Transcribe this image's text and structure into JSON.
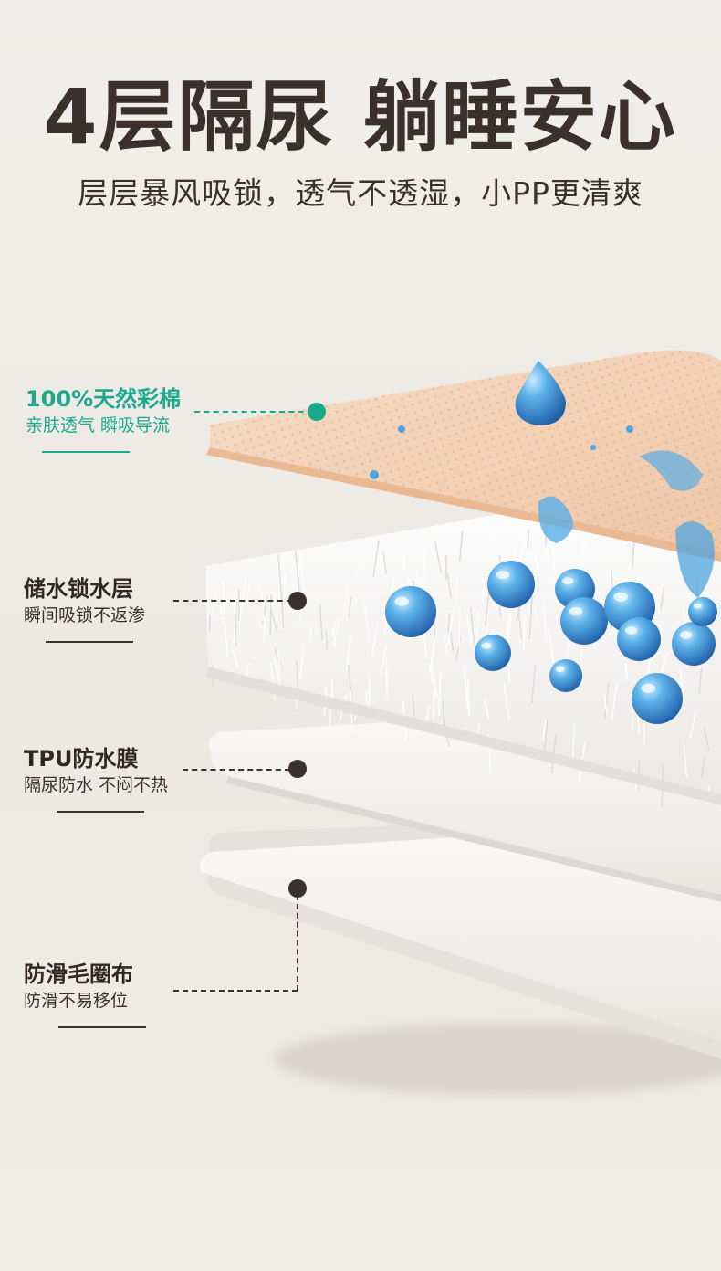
{
  "header": {
    "title": "4层隔尿 躺睡安心",
    "subtitle": "层层暴风吸锁，透气不透湿，小PP更清爽"
  },
  "layers": [
    {
      "title": "100%天然彩棉",
      "subtitle": "亲肤透气 瞬吸导流",
      "color": "#1ba88c"
    },
    {
      "title": "储水锁水层",
      "subtitle": "瞬间吸锁不返渗",
      "color": "#3a312d"
    },
    {
      "title": "TPU防水膜",
      "subtitle": "隔尿防水 不闷不热",
      "color": "#3a312d"
    },
    {
      "title": "防滑毛圈布",
      "subtitle": "防滑不易移位",
      "color": "#3a312d"
    }
  ],
  "colors": {
    "accent": "#1ba88c",
    "text": "#3a302c",
    "cotton": "#f3d3b8",
    "water": "#3e95d6"
  }
}
